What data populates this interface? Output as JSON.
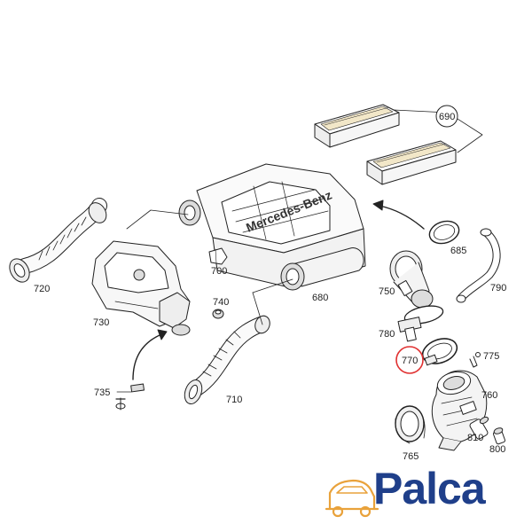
{
  "diagram": {
    "brand_text": "Mercedes-Benz",
    "part_numbers": {
      "p690": "690",
      "p685": "685",
      "p720": "720",
      "p700": "700",
      "p680": "680",
      "p750": "750",
      "p790": "790",
      "p730": "730",
      "p740": "740",
      "p780": "780",
      "p770": "770",
      "p775": "775",
      "p735": "735",
      "p710": "710",
      "p760": "760",
      "p810": "810",
      "p800": "800",
      "p765": "765"
    },
    "highlighted_part": "770",
    "highlight_color": "#e03030"
  },
  "logo": {
    "text": "Palca",
    "text_color": "#1f3f8a",
    "icon_color": "#e9a23b",
    "icon": "car-icon"
  }
}
